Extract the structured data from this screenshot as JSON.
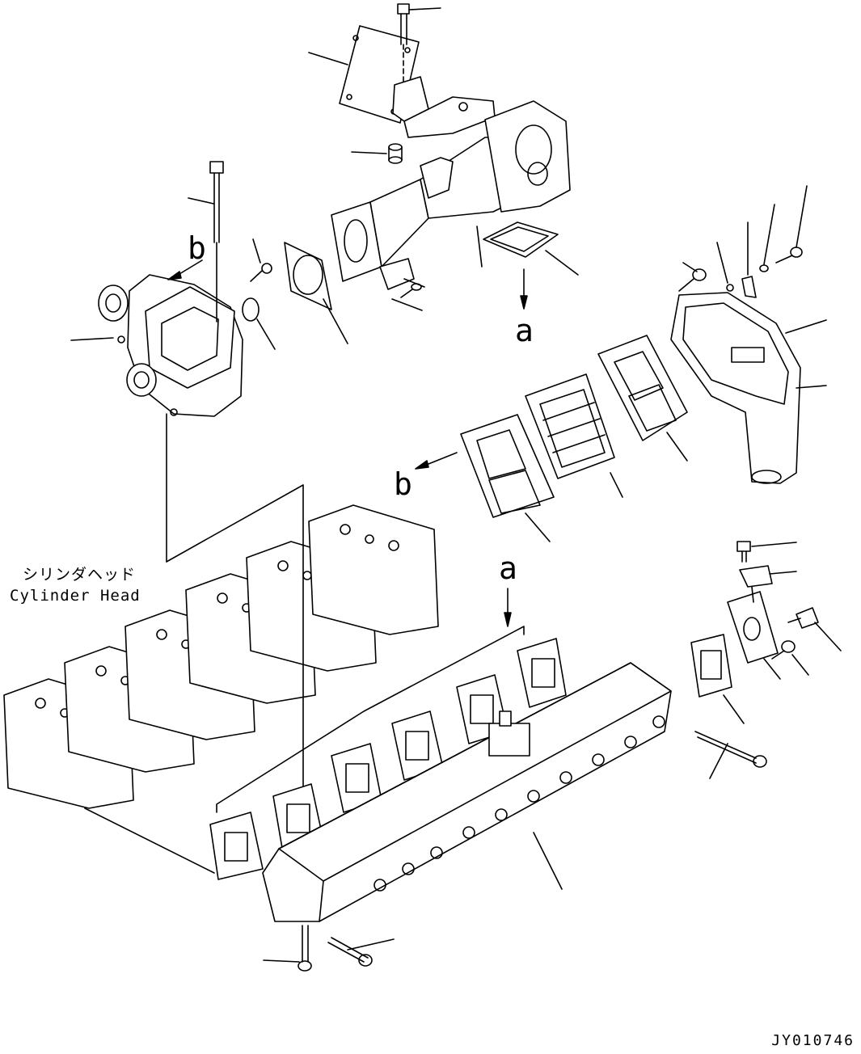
{
  "diagram": {
    "callouts": {
      "b_upper": "b",
      "a_upper": "a",
      "b_lower": "b",
      "a_lower": "a"
    },
    "caption": {
      "jp": "シリンダヘッド",
      "en": "Cylinder Head"
    },
    "drawing_code": "JY010746"
  }
}
